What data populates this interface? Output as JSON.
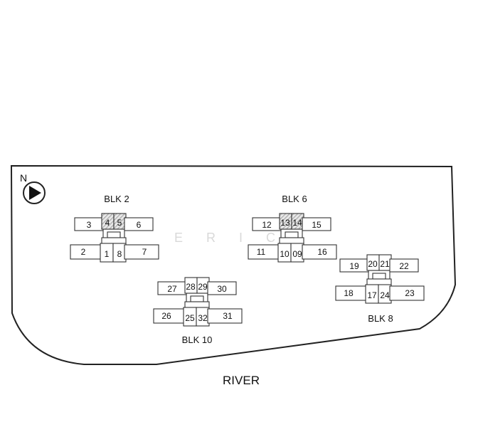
{
  "north_label": "N",
  "river_label": "RIVER",
  "watermark": "E R I C",
  "blocks": [
    {
      "name": "BLK 2",
      "units": [
        "3",
        "4",
        "5",
        "6",
        "2",
        "1",
        "8",
        "7"
      ],
      "highlighted": [
        "4",
        "5"
      ]
    },
    {
      "name": "BLK 6",
      "units": [
        "12",
        "13",
        "14",
        "15",
        "11",
        "10",
        "09",
        "16"
      ],
      "highlighted": [
        "13",
        "14"
      ]
    },
    {
      "name": "BLK 10",
      "units": [
        "27",
        "28",
        "29",
        "30",
        "26",
        "25",
        "32",
        "31"
      ],
      "highlighted": []
    },
    {
      "name": "BLK 8",
      "units": [
        "19",
        "20",
        "21",
        "22",
        "18",
        "17",
        "24",
        "23"
      ],
      "highlighted": []
    }
  ],
  "colors": {
    "line": "#222222",
    "hatch": "#888888",
    "background": "#ffffff"
  }
}
